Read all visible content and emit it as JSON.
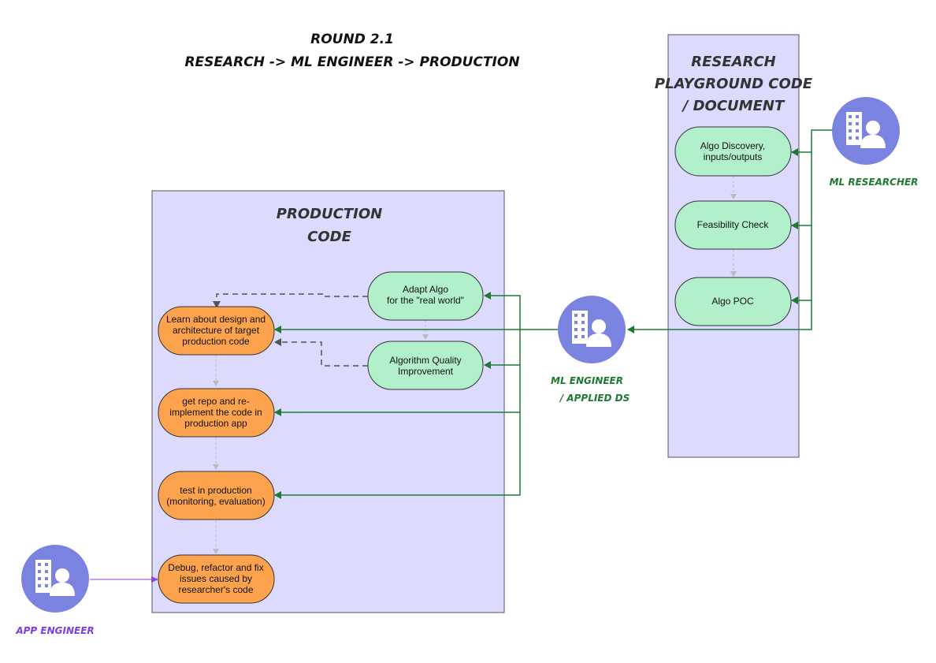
{
  "title": {
    "line1": "ROUND 2.1",
    "line2": "RESEARCH -> ML ENGINEER -> PRODUCTION"
  },
  "containers": {
    "research": {
      "title": [
        "RESEARCH",
        "PLAYGROUND CODE",
        "/ DOCUMENT"
      ]
    },
    "production": {
      "title": [
        "PRODUCTION",
        "CODE"
      ]
    }
  },
  "nodes": {
    "algo_discovery": [
      "Algo Discovery,",
      "inputs/outputs"
    ],
    "feasibility": [
      "Feasibility Check"
    ],
    "algo_poc": [
      "Algo POC"
    ],
    "adapt_algo": [
      "Adapt Algo",
      "for the \"real world\""
    ],
    "quality": [
      "Algorithm Quality",
      "Improvement"
    ],
    "learn": [
      "Learn about design and",
      "architecture of target",
      "production code"
    ],
    "reimplement": [
      "get repo and re-",
      "implement the code in",
      "production app"
    ],
    "test": [
      "test in production",
      "(monitoring, evaluation)"
    ],
    "debug": [
      "Debug, refactor and fix",
      "issues caused by",
      "researcher's code"
    ]
  },
  "actors": {
    "researcher": {
      "label": [
        "ML RESEARCHER"
      ],
      "icon": "person-building-icon"
    },
    "engineer": {
      "label": [
        "ML ENGINEER",
        "/ APPLIED DS"
      ],
      "icon": "person-building-icon"
    },
    "app": {
      "label": [
        "APP ENGINEER"
      ],
      "icon": "person-building-icon"
    }
  },
  "colors": {
    "container_fill": "#dcdaff",
    "container_stroke": "#555555",
    "green_node": "#b2efcb",
    "green_stroke": "#333333",
    "orange_node": "#fda24d",
    "actor_circle": "#7b83e0",
    "arrow_green": "#1e7a32",
    "arrow_purple": "#8b44d6",
    "label_green": "#1e7a32",
    "label_purple": "#7a3fe0"
  }
}
